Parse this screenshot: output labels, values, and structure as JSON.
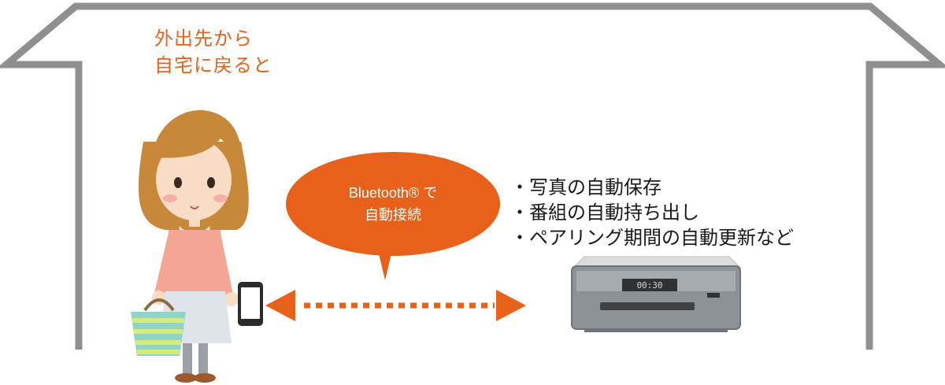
{
  "caption": {
    "line1": "外出先から",
    "line2": "自宅に戻ると"
  },
  "bubble": {
    "line1": "Bluetooth® で",
    "line2": "自動接続"
  },
  "features": [
    "・写真の自動保存",
    "・番組の自動持ち出し",
    "・ペアリング期間の自動更新など"
  ],
  "recorder": {
    "display": "00:30"
  },
  "colors": {
    "accent": "#e8611a",
    "house_outline": "#8f8f8f",
    "text": "#1a1a1a"
  }
}
